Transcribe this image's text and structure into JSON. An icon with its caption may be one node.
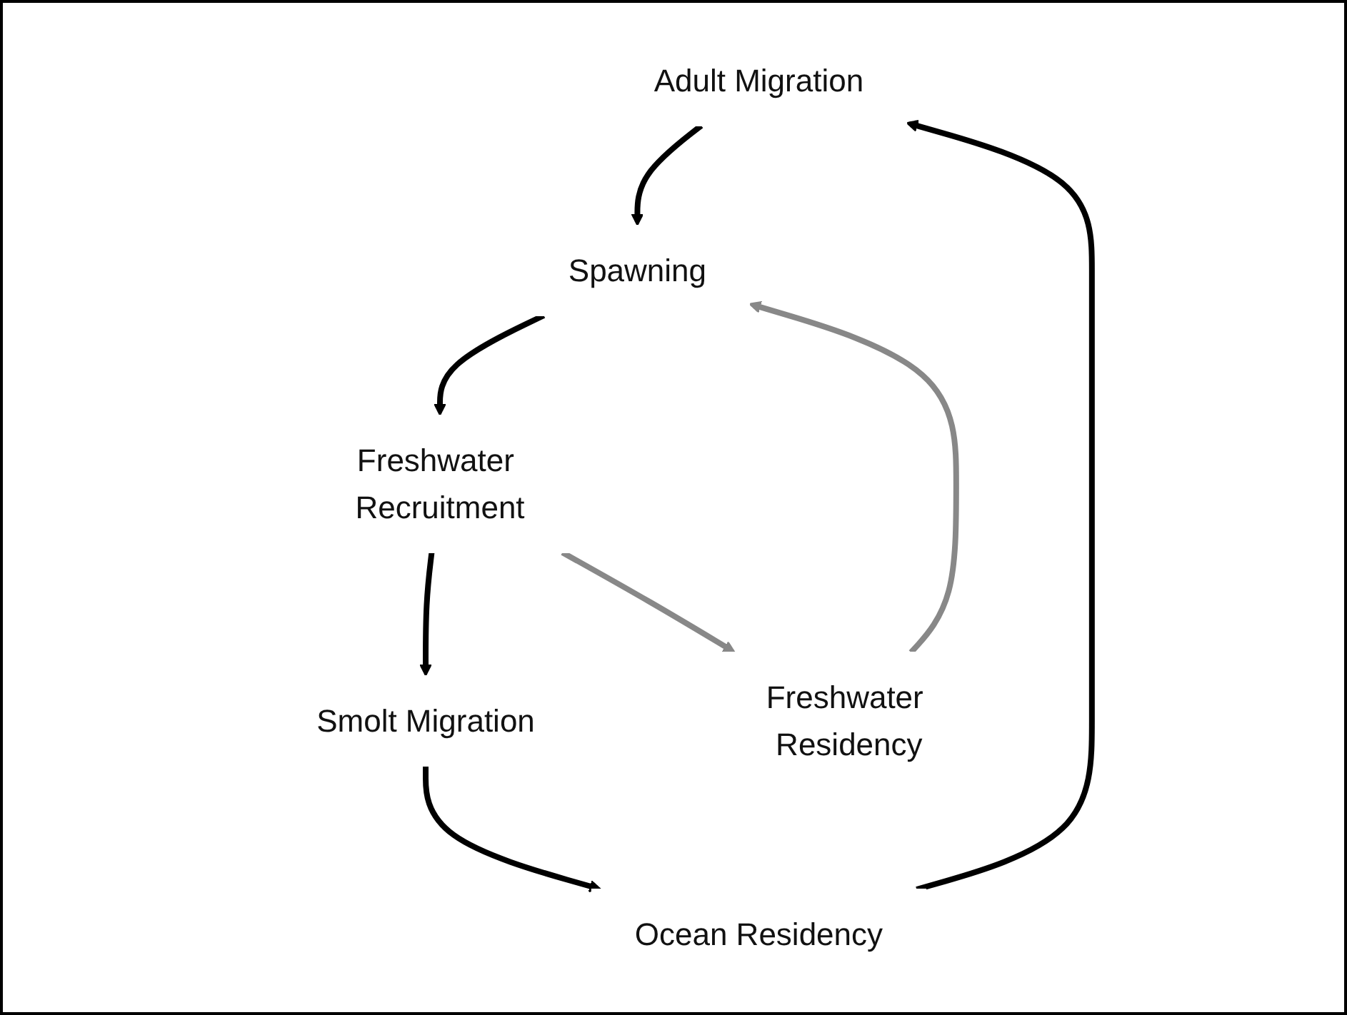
{
  "diagram": {
    "nodes": [
      {
        "text": [
          "Adult Migration"
        ]
      },
      {
        "text": [
          "Spawning"
        ]
      },
      {
        "text": [
          "Freshwater Recruitment"
        ]
      },
      {
        "text": [
          "Smolt Migration"
        ]
      },
      {
        "text": [
          "Ocean Residency"
        ]
      },
      {
        "text": [
          "Freshwater Residency"
        ]
      }
    ],
    "edges": [
      {
        "from": 0,
        "to": 1,
        "arrow": "to"
      },
      {
        "from": 1,
        "to": 2,
        "arrow": "to"
      },
      {
        "from": 2,
        "to": 3,
        "arrow": "to"
      },
      {
        "from": 3,
        "to": 4,
        "arrow": "to"
      },
      {
        "from": 4,
        "to": 0,
        "arrow": "to"
      },
      {
        "from": 2,
        "to": 5,
        "arrow": "to",
        "color": "#888888"
      },
      {
        "from": 5,
        "to": 1,
        "arrow": "to",
        "color": "#888888"
      }
    ]
  }
}
